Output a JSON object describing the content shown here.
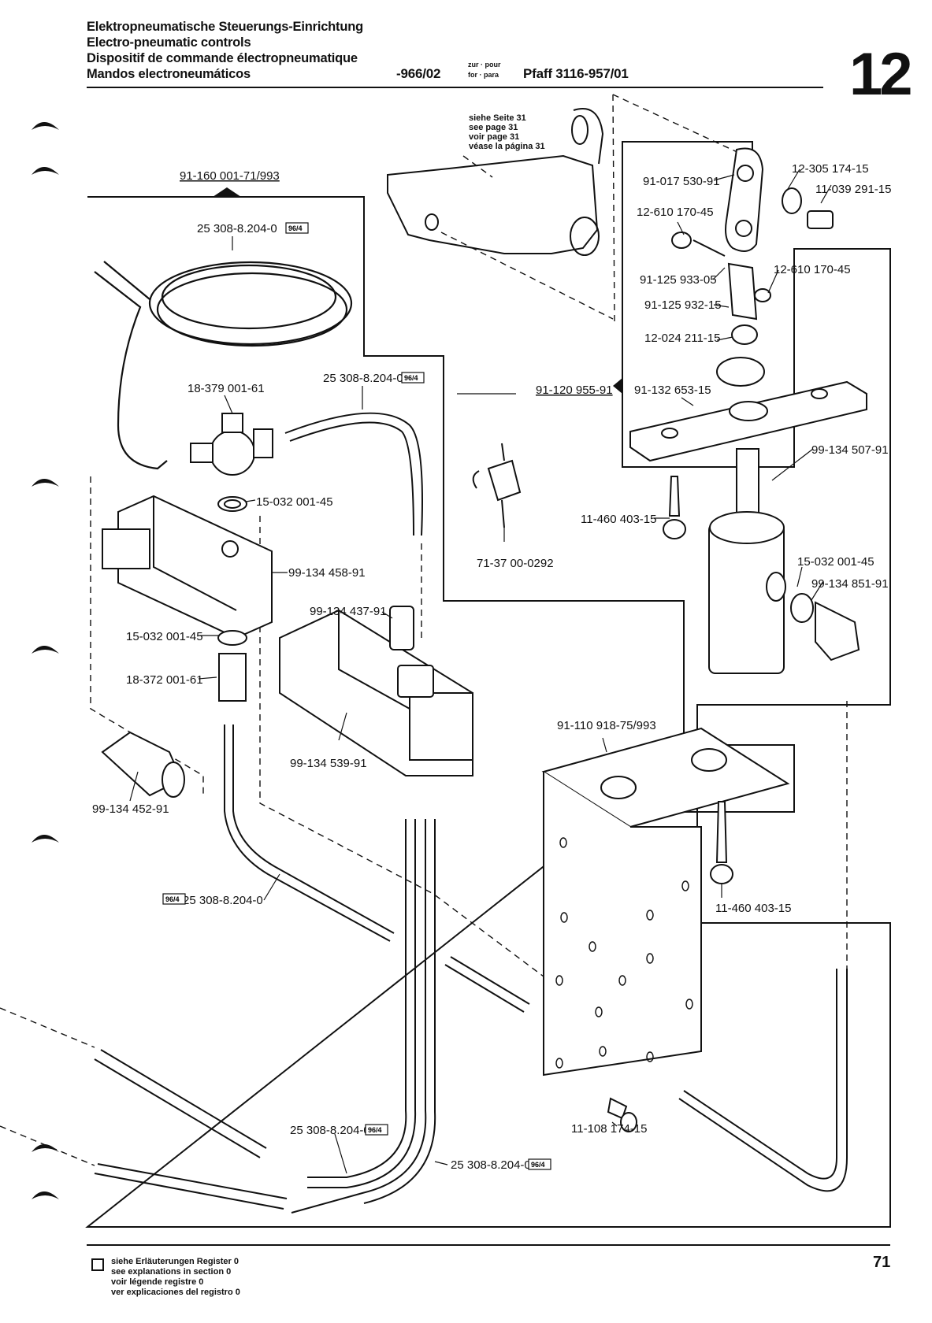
{
  "header": {
    "title_de": "Elektropneumatische Steuerungs-Einrichtung",
    "title_en": "Electro-pneumatic controls",
    "title_fr": "Dispositif de commande électropneumatique",
    "title_es": "Mandos electroneumáticos",
    "code": "-966/02",
    "for_top": "zur · pour",
    "for_bottom": "for · para",
    "model": "Pfaff 3116-957/01",
    "section_number": "12"
  },
  "diagram": {
    "see_page": [
      "siehe Seite 31",
      "see page 31",
      "voir page 31",
      "véase la página 31"
    ],
    "part_labels": [
      "91-160 001-71/993",
      "25 308-8.204-0",
      "18-379 001-61",
      "25 308-8.204-0",
      "15-032 001-45",
      "99-134 458-91",
      "99-134 437-91",
      "15-032 001-45",
      "18-372 001-61",
      "99-134 539-91",
      "99-134 452-91",
      "25 308-8.204-0",
      "91-017 530-91",
      "12-305 174-15",
      "11-039 291-15",
      "12-610 170-45",
      "91-125 933-05",
      "12-610 170-45",
      "91-125 932-15",
      "12-024 211-15",
      "91-120 955-91",
      "91-132 653-15",
      "99-134 507-91",
      "11-460 403-15",
      "71-37 00-0292",
      "15-032 001-45",
      "99-134 851-91",
      "91-110 918-75/993",
      "11-460 403-15",
      "11-108 174-15",
      "25 308-8.204-0",
      "25 308-8.204-0"
    ],
    "badge": "96/4"
  },
  "footer": {
    "legend": [
      "siehe Erläuterungen Register 0",
      "see explanations in section 0",
      "voir légende registre 0",
      "ver explicaciones del registro 0"
    ],
    "page_number": "71"
  }
}
